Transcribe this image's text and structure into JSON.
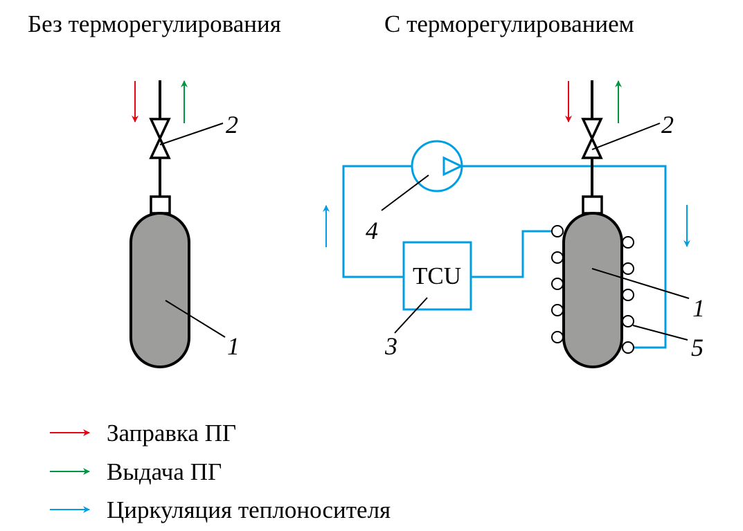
{
  "titles": {
    "left": "Без терморегулирования",
    "right": "С терморегулированием"
  },
  "components": {
    "tank": "1",
    "valve": "2",
    "tcu_callout": "3",
    "pump": "4",
    "heat_exchanger_coil": "5",
    "tcu_label": "TCU"
  },
  "legend": [
    {
      "label": "Заправка ПГ",
      "color": "#e30613",
      "icon": "arrow-right-icon"
    },
    {
      "label": "Выдача ПГ",
      "color": "#009640",
      "icon": "arrow-right-icon"
    },
    {
      "label": "Циркуляция теплоносителя",
      "color": "#009fe3",
      "icon": "arrow-right-icon"
    }
  ],
  "colors": {
    "fill_flow": "#e30613",
    "discharge_flow": "#009640",
    "coolant_flow": "#009fe3",
    "tank_fill": "#9d9d9c",
    "line": "#000000"
  }
}
